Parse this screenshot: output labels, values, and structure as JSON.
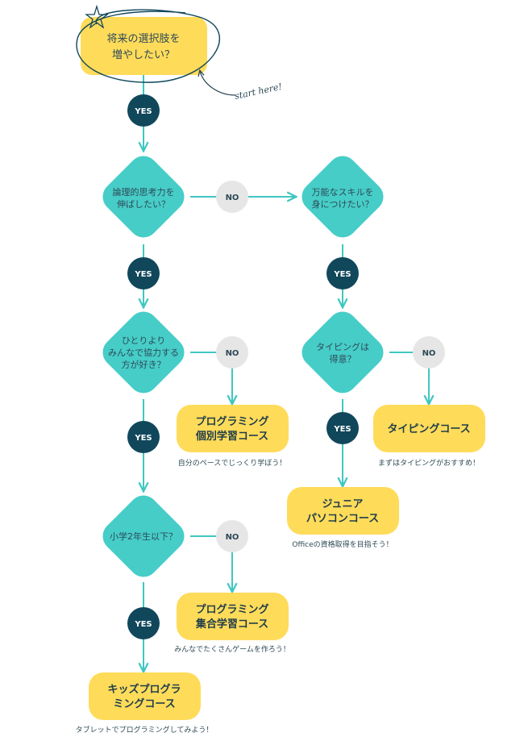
{
  "colors": {
    "yellow": "#ffdb5a",
    "teal": "#46cdc8",
    "navy": "#10475b",
    "grey": "#e6e6e6",
    "line": "#3fc7c1",
    "text": "#2e4a56"
  },
  "start": {
    "line1": "将来の選択肢を",
    "line2": "増やしたい？",
    "note": "start here!"
  },
  "badges": {
    "yes": "YES",
    "no": "NO"
  },
  "q1": {
    "line1": "論理的思考力を",
    "line2": "伸ばしたい？"
  },
  "q2": {
    "line1": "ひとりより",
    "line2": "みんなで協力する",
    "line3": "方が好き？"
  },
  "q3": {
    "line1": "小学2年生以下？"
  },
  "q4": {
    "line1": "万能なスキルを",
    "line2": "身につけたい？"
  },
  "q5": {
    "line1": "タイピングは",
    "line2": "得意？"
  },
  "course_individual": {
    "line1": "プログラミング",
    "line2": "個別学習コース",
    "caption": "自分のペースでじっくり学ぼう！"
  },
  "course_group": {
    "line1": "プログラミング",
    "line2": "集合学習コース",
    "caption": "みんなでたくさんゲームを作ろう！"
  },
  "course_kids": {
    "line1": "キッズプログラ",
    "line2": "ミングコース",
    "caption": "タブレットでプログラミングしてみよう！"
  },
  "course_typing": {
    "line1": "タイピングコース",
    "caption": "まずはタイピングがおすすめ！"
  },
  "course_pc": {
    "line1": "ジュニア",
    "line2": "パソコンコース",
    "caption": "Officeの資格取得を目指そう！"
  }
}
